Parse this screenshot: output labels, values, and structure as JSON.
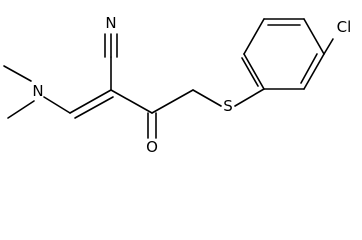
{
  "molecule": {
    "atoms": {
      "nitrile_n": "N",
      "amine_n": "N",
      "carbonyl_o": "O",
      "sulfur": "S",
      "chlorine": "Cl"
    }
  }
}
